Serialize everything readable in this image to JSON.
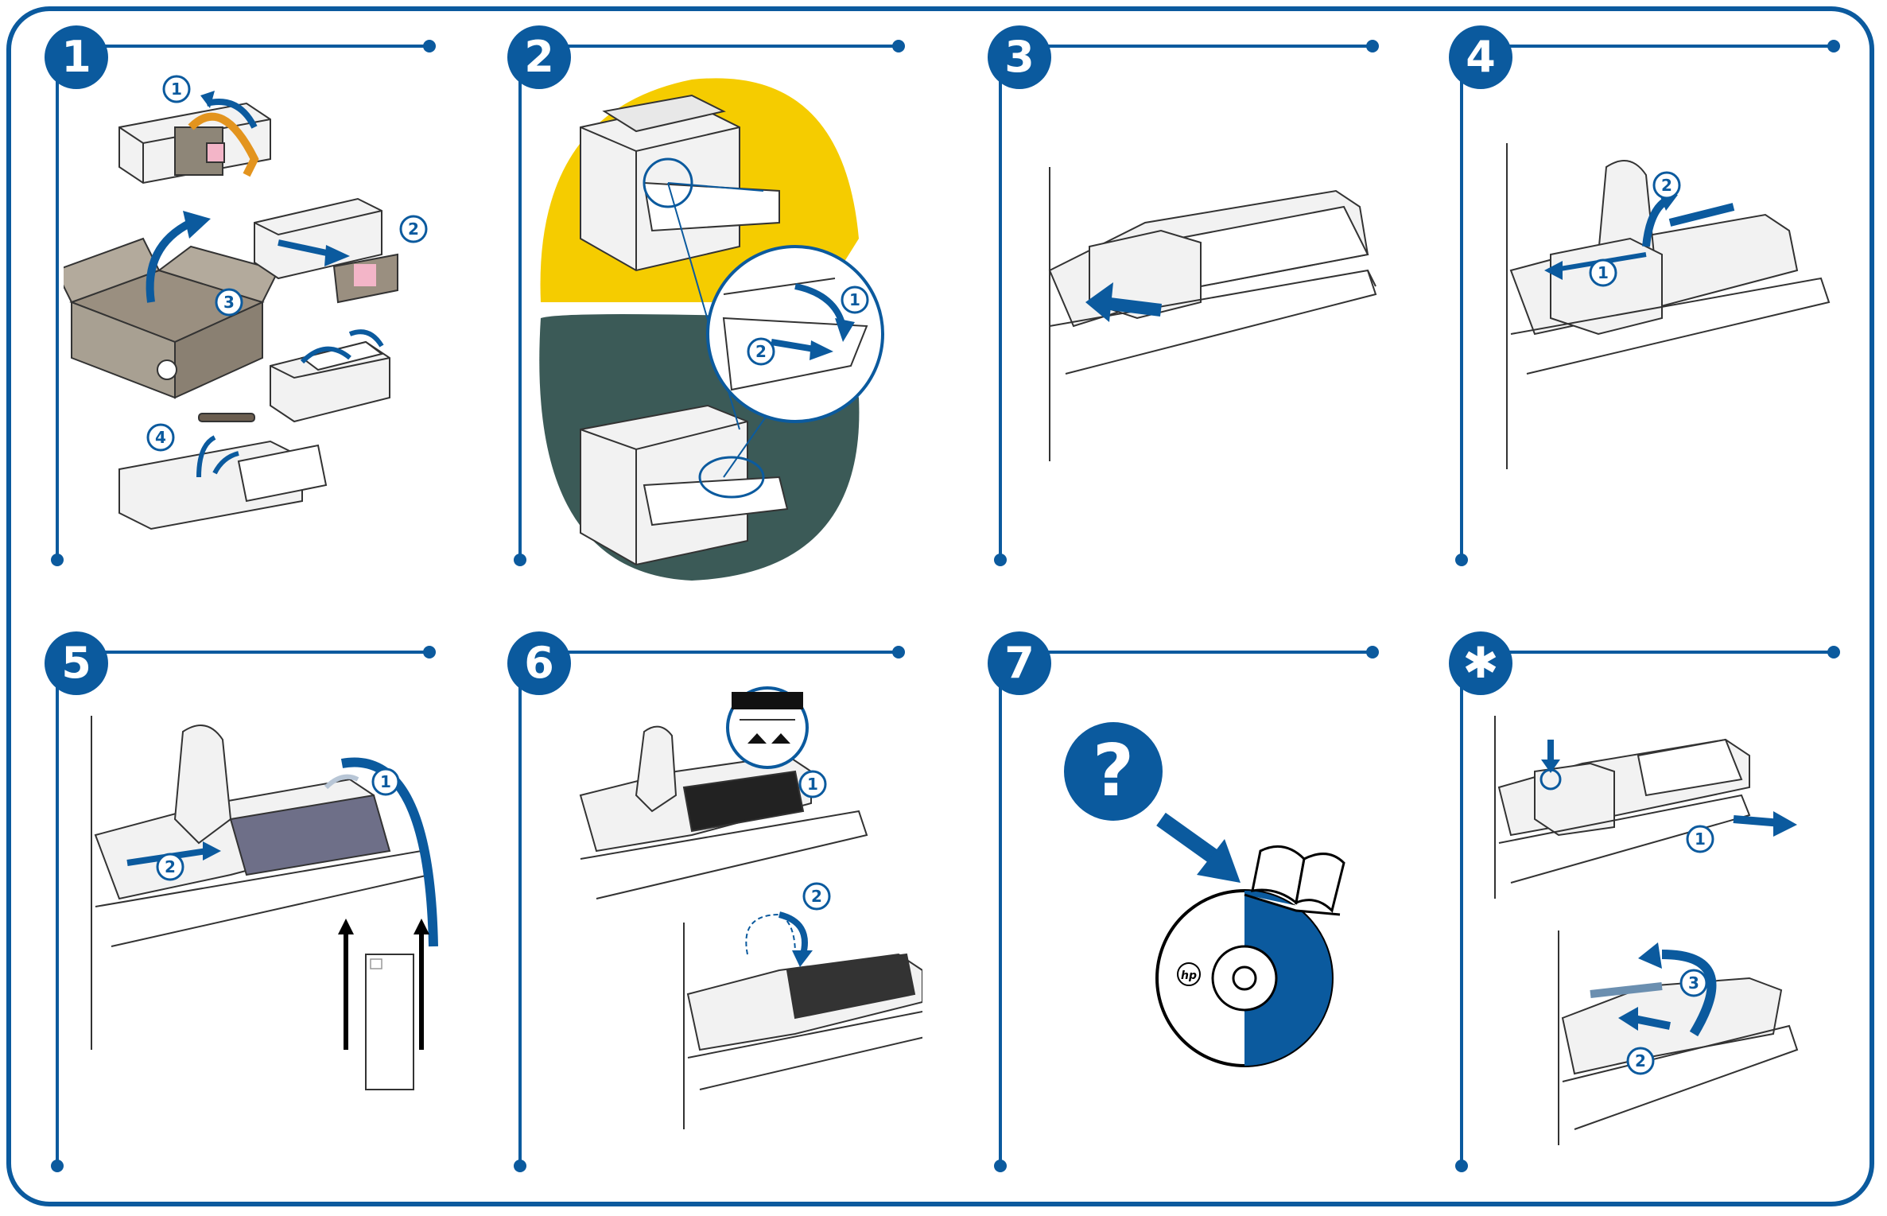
{
  "colors": {
    "accent": "#0b5a9e",
    "yellow": "#f5cc00",
    "dark_green": "#3b5a57",
    "box_brown": "#9a8f80"
  },
  "steps": [
    {
      "label": "1",
      "callouts": [
        "1",
        "2",
        "3",
        "4"
      ]
    },
    {
      "label": "2",
      "callouts": [
        "1",
        "2"
      ]
    },
    {
      "label": "3",
      "callouts": []
    },
    {
      "label": "4",
      "callouts": [
        "1",
        "2"
      ]
    },
    {
      "label": "5",
      "callouts": [
        "1",
        "2"
      ]
    },
    {
      "label": "6",
      "callouts": [
        "1",
        "2"
      ]
    },
    {
      "label": "7",
      "callouts": []
    },
    {
      "label": "✱",
      "callouts": [
        "1",
        "2",
        "3"
      ]
    }
  ],
  "icons": {
    "help": "question-mark-icon",
    "book": "book-icon",
    "cd": "cd-icon",
    "hp_logo_text": "hp"
  }
}
